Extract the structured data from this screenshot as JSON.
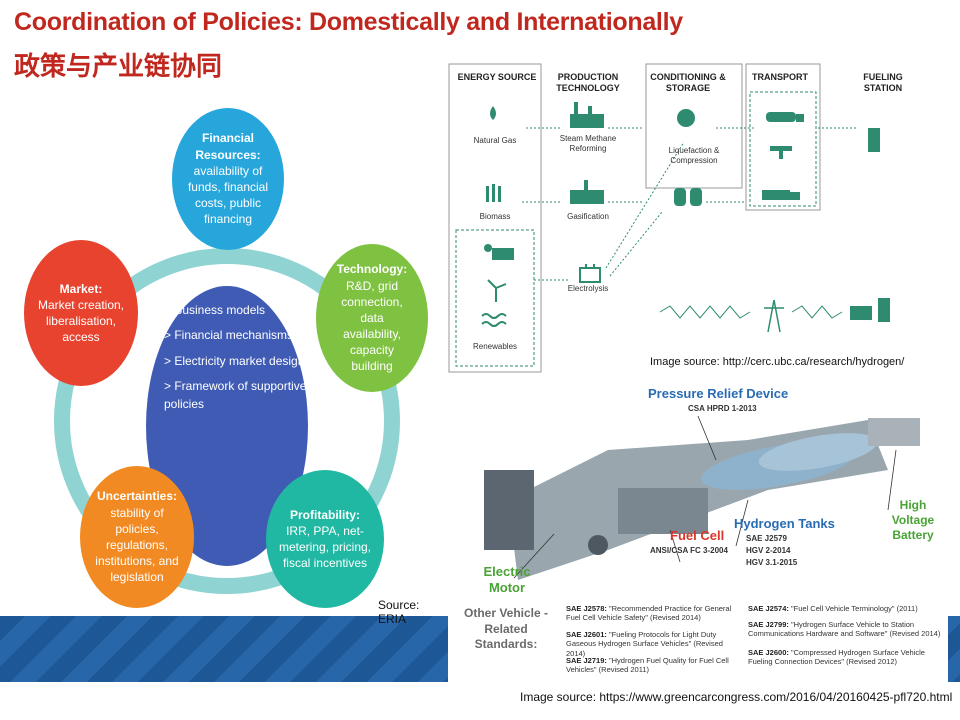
{
  "title": "Coordination of Policies: Domestically and Internationally",
  "subtitle_cn": "政策与产业链协同",
  "cycle": {
    "center_items": [
      "> Business models",
      "> Financial mechanisms",
      "> Electricity market design",
      "> Framework of supportive policies"
    ],
    "nodes": [
      {
        "title": "Financial Resources:",
        "body": "availability of funds, financial costs, public financing",
        "color": "#27a6dc"
      },
      {
        "title": "Technology:",
        "body": "R&D, grid connection, data availability, capacity building",
        "color": "#7fc242"
      },
      {
        "title": "Profitability:",
        "body": "IRR, PPA, net-metering, pricing, fiscal incentives",
        "color": "#20b8a2"
      },
      {
        "title": "Uncertainties:",
        "body": "stability of policies, regulations, institutions, and legislation",
        "color": "#f28a24"
      },
      {
        "title": "Market:",
        "body": "Market creation, liberalisation, access",
        "color": "#e8432f"
      }
    ],
    "source": "Source: ERIA"
  },
  "hydrogen": {
    "columns": [
      "ENERGY SOURCE",
      "PRODUCTION TECHNOLOGY",
      "CONDITIONING & STORAGE",
      "TRANSPORT",
      "FUELING STATION"
    ],
    "sources": [
      "Natural Gas",
      "Biomass",
      "Renewables"
    ],
    "technologies": [
      "Steam Methane Reforming",
      "Gasification",
      "Electrolysis"
    ],
    "storage": "Liquefaction & Compression",
    "source_note": "Image source: http://cerc.ubc.ca/research/hydrogen/",
    "accent": "#2e8b6f"
  },
  "vehicle": {
    "pressure_relief": "Pressure Relief Device",
    "pressure_std": "CSA HPRD 1-2013",
    "high_voltage": "High Voltage Battery",
    "tanks": "Hydrogen Tanks",
    "tank_stds": [
      "SAE J2579",
      "HGV 2-2014",
      "HGV 3.1-2015"
    ],
    "fuel_cell": "Fuel Cell",
    "fuel_cell_std": "ANSI/CSA FC 3-2004",
    "motor": "Electric Motor",
    "other_label": "Other Vehicle - Related Standards:",
    "standards_left": [
      {
        "code": "SAE J2578:",
        "desc": "\"Recommended Practice for General Fuel Cell Vehicle Safety\" (Revised 2014)"
      },
      {
        "code": "SAE J2601:",
        "desc": "\"Fueling Protocols for Light Duty Gaseous Hydrogen Surface Vehicles\" (Revised 2014)"
      },
      {
        "code": "SAE J2719:",
        "desc": "\"Hydrogen Fuel Quality for Fuel Cell Vehicles\" (Revised 2011)"
      }
    ],
    "standards_right": [
      {
        "code": "SAE J2574:",
        "desc": "\"Fuel Cell Vehicle Terminology\" (2011)"
      },
      {
        "code": "SAE J2799:",
        "desc": "\"Hydrogen Surface Vehicle to Station Communications Hardware and Software\" (Revised 2014)"
      },
      {
        "code": "SAE J2600:",
        "desc": "\"Compressed Hydrogen Surface Vehicle Fueling Connection Devices\" (Revised 2012)"
      }
    ],
    "source_note": "Image source: https://www.greencarcongress.com/2016/04/20160425-pfl720.html"
  }
}
